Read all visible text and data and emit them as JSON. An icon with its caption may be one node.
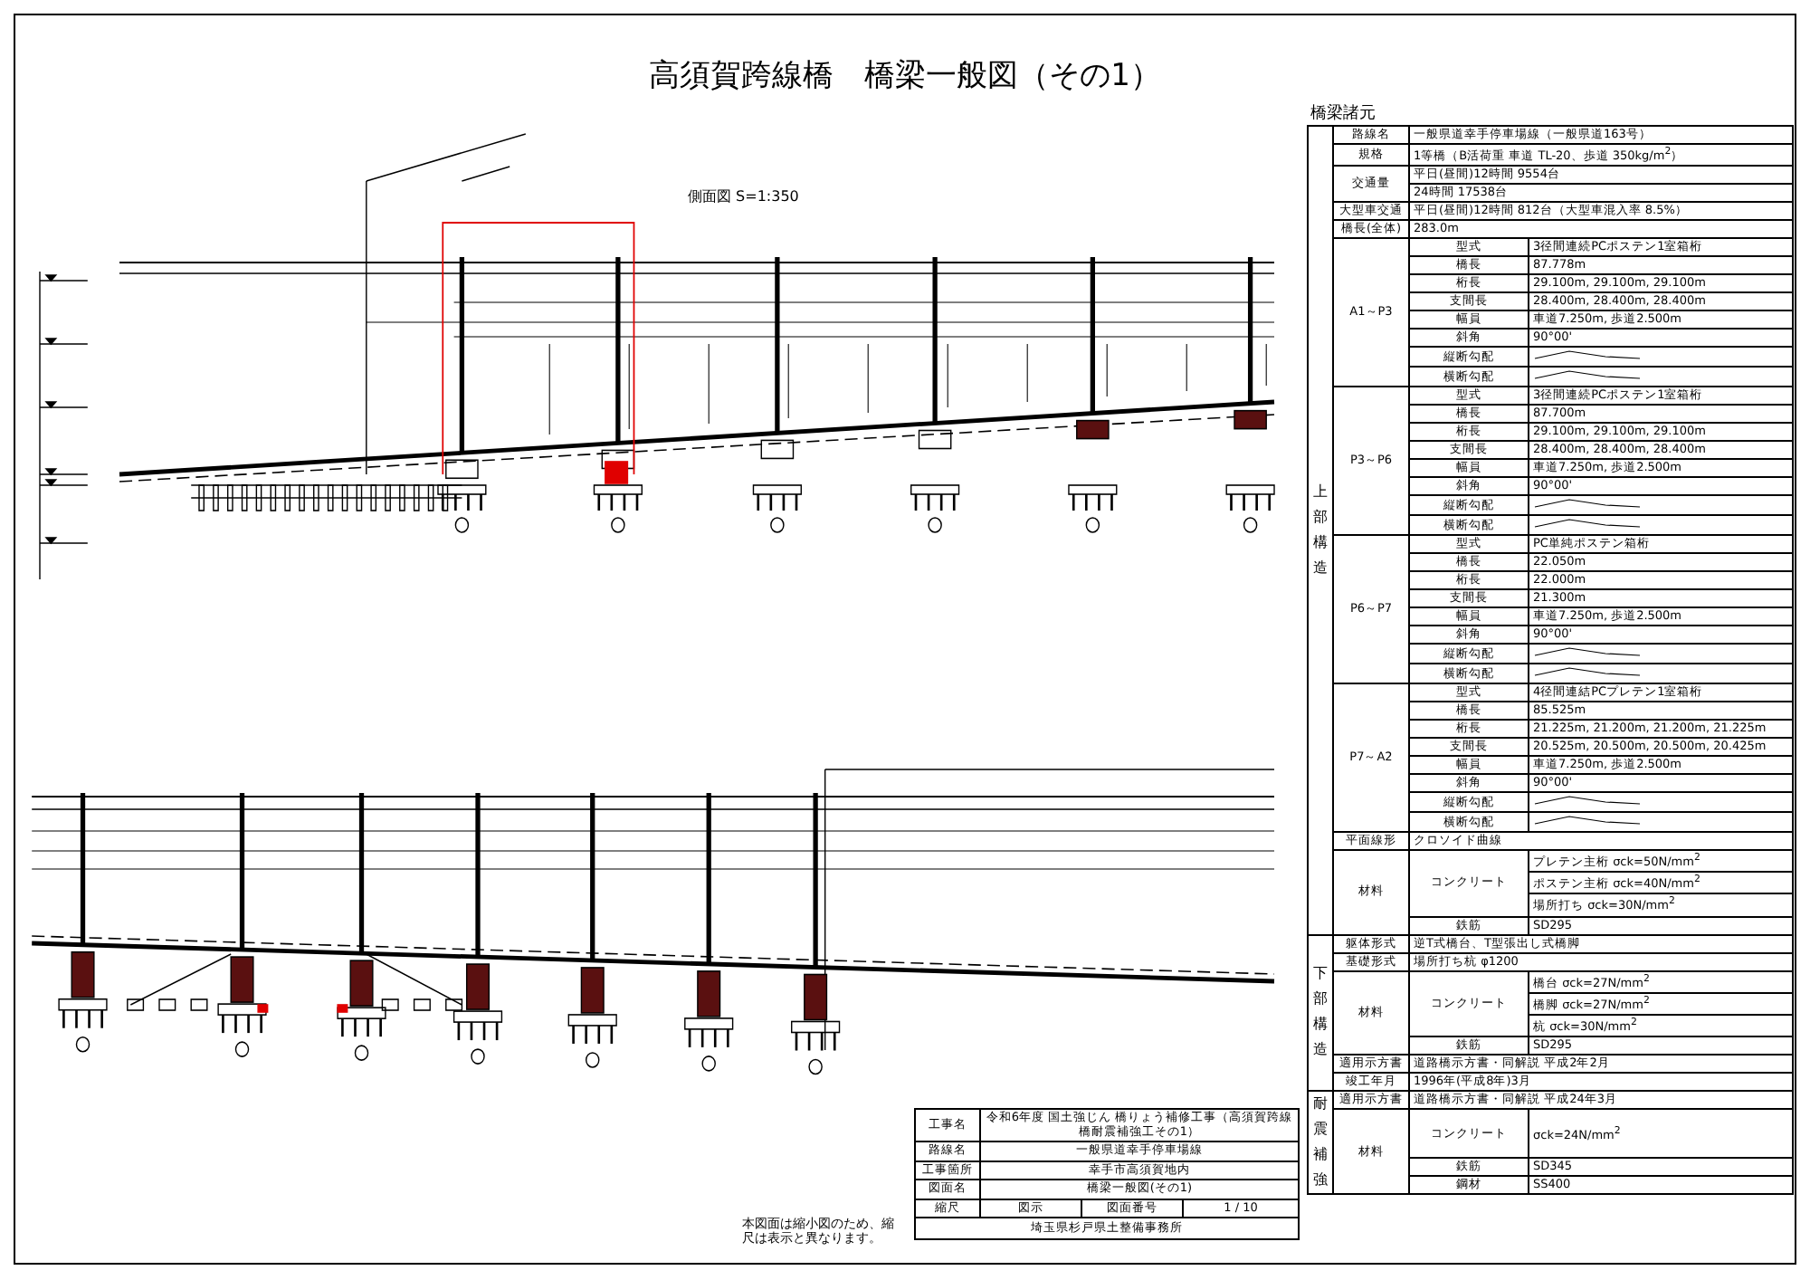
{
  "diagram": {
    "title": "高須賀跨線橋　橋梁一般図（その1）",
    "labels": [
      "側面図 S=1:350",
      "橋梁諸元",
      "上部構造",
      "路線名",
      "一般県道幸手停車場線（一般県道163号）",
      "規格",
      "1等橋（B活荷重 車道 TL-20、歩道 350kg/m$^{2}$）",
      "交通量",
      "平日(昼間)12時間 9554台",
      "24時間 17538台",
      "大型車交通",
      "平日(昼間)12時間 812台（大型車混入率 8.5%）",
      "橋長(全体)",
      "283.0m",
      "A1～P3",
      "型式",
      "3径間連続PCポステン1室箱桁",
      "橋長",
      "87.778m",
      "桁長",
      "29.100m, 29.100m, 29.100m",
      "支間長",
      "28.400m, 28.400m, 28.400m",
      "幅員",
      "車道7.250m, 歩道2.500m",
      "斜角",
      "90°00'",
      "縦断勾配",
      "横断勾配",
      "P3～P6",
      "型式",
      "3径間連続PCポステン1室箱桁",
      "橋長",
      "87.700m",
      "桁長",
      "29.100m, 29.100m, 29.100m",
      "支間長",
      "28.400m, 28.400m, 28.400m",
      "幅員",
      "車道7.250m, 歩道2.500m",
      "斜角",
      "90°00'",
      "縦断勾配",
      "横断勾配",
      "P6～P7",
      "型式",
      "PC単純ポステン箱桁",
      "橋長",
      "22.050m",
      "桁長",
      "22.000m",
      "支間長",
      "21.300m",
      "幅員",
      "車道7.250m, 歩道2.500m",
      "斜角",
      "90°00'",
      "縦断勾配",
      "横断勾配",
      "P7～A2",
      "型式",
      "4径間連結PCプレテン1室箱桁",
      "橋長",
      "85.525m",
      "桁長",
      "21.225m, 21.200m, 21.200m, 21.225m",
      "支間長",
      "20.525m, 20.500m, 20.500m, 20.425m",
      "幅員",
      "車道7.250m, 歩道2.500m",
      "斜角",
      "90°00'",
      "縦断勾配",
      "横断勾配",
      "平面線形",
      "クロソイド曲線",
      "材料",
      "コンクリート",
      "プレテン主桁 σck=50N/mm$^{2}$",
      "ポステン主桁 σck=40N/mm$^{2}$",
      "場所打ち σck=30N/mm$^{2}$",
      "鉄筋",
      "SD295",
      "下部構造",
      "躯体形式",
      "逆T式橋台、T型張出し式橋脚",
      "基礎形式",
      "場所打ち杭 φ1200",
      "材料",
      "コンクリート",
      "橋台 σck=27N/mm$^{2}$",
      "橋脚 σck=27N/mm$^{2}$",
      "杭 σck=30N/mm$^{2}$",
      "鉄筋",
      "SD295",
      "適用示方書",
      "道路橋示方書・同解説 平成2年2月",
      "竣工年月",
      "1996年(平成8年)3月",
      "耐震補強",
      "適用示方書",
      "道路橋示方書・同解説 平成24年3月",
      "材料",
      "コンクリート",
      "σck=24N/mm$^{2}$",
      "鉄筋",
      "SD345",
      "鋼材",
      "SS400",
      "工事名",
      "令和6年度 国土強じん 橋りょう補修工事（高須賀跨線橋耐震補強工その1）",
      "路線名",
      "一般県道幸手停車場線",
      "工事箇所",
      "幸手市高須賀地内",
      "図面名",
      "橋梁一般図(その1)",
      "縮尺",
      "図示",
      "図面番号",
      "1 / 10",
      "埼玉県杉戸県土整備事務所",
      "本図面は縮小図のため、縮尺は表示と異なります。"
    ]
  }
}
